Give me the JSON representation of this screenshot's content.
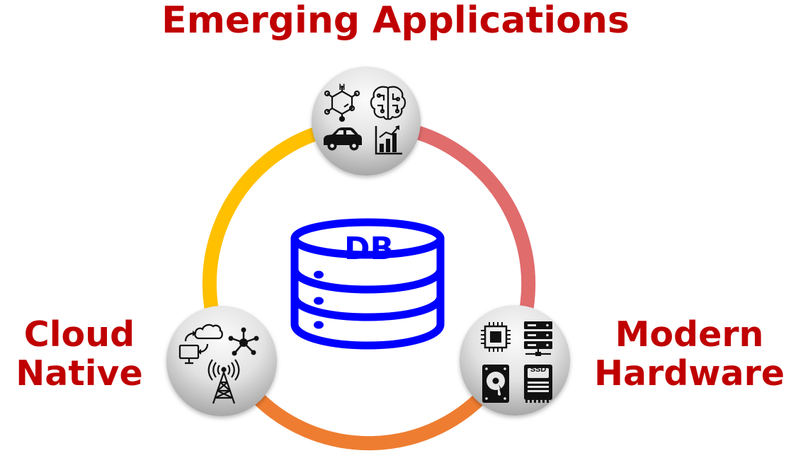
{
  "diagram": {
    "top_label": "Emerging Applications",
    "left_label": [
      "Cloud",
      "Native"
    ],
    "right_label": [
      "Modern",
      "Hardware"
    ],
    "center_text": "DB",
    "nodes": [
      {
        "id": "top",
        "icons": [
          "molecule-icon",
          "brain-circuit-icon",
          "car-icon",
          "bar-chart-icon"
        ]
      },
      {
        "id": "left",
        "icons": [
          "cloud-sync-monitor-icon",
          "network-hub-icon",
          "cell-tower-icon"
        ]
      },
      {
        "id": "right",
        "icons": [
          "cpu-chip-icon",
          "server-rack-icon",
          "hard-disk-icon",
          "ssd-icon"
        ]
      }
    ],
    "ssd_label": "SSD",
    "colors": {
      "label_text": "#c00000",
      "db_blue": "#0000ff",
      "ring_left": "#ffc000",
      "ring_right": "#e06c6c",
      "ring_bottom": "#ee7d31",
      "node_fill": "#e6e6e6",
      "icon": "#111111"
    }
  }
}
